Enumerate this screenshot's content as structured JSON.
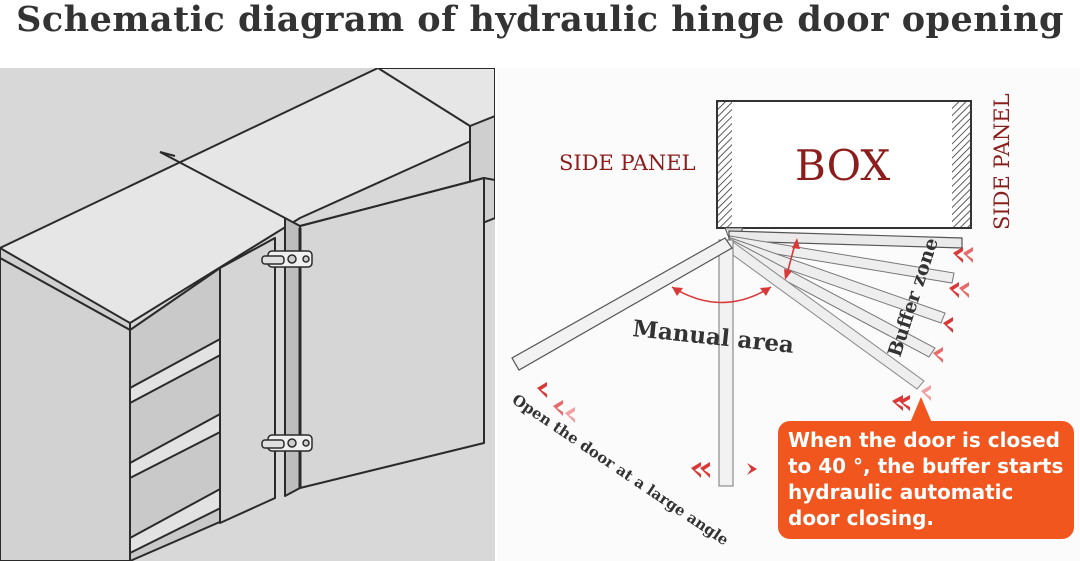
{
  "title": "Schematic diagram of hydraulic hinge door opening",
  "labels": {
    "side_panel_left": "SIDE PANEL",
    "box": "BOX",
    "side_panel_right": "SIDE PANEL",
    "manual_area": "Manual area",
    "buffer_zone": "Buffer zone",
    "open_door": "Open the door at a large angle"
  },
  "callout": {
    "text": "When the door is closed to 40 °, the buffer starts hydraulic automatic door closing."
  },
  "colors": {
    "callout_bg": "#f0561e",
    "label_red": "#8c1d1d",
    "arrow_red": "#d93838",
    "left_panel_bg": "#d8d8d8"
  }
}
